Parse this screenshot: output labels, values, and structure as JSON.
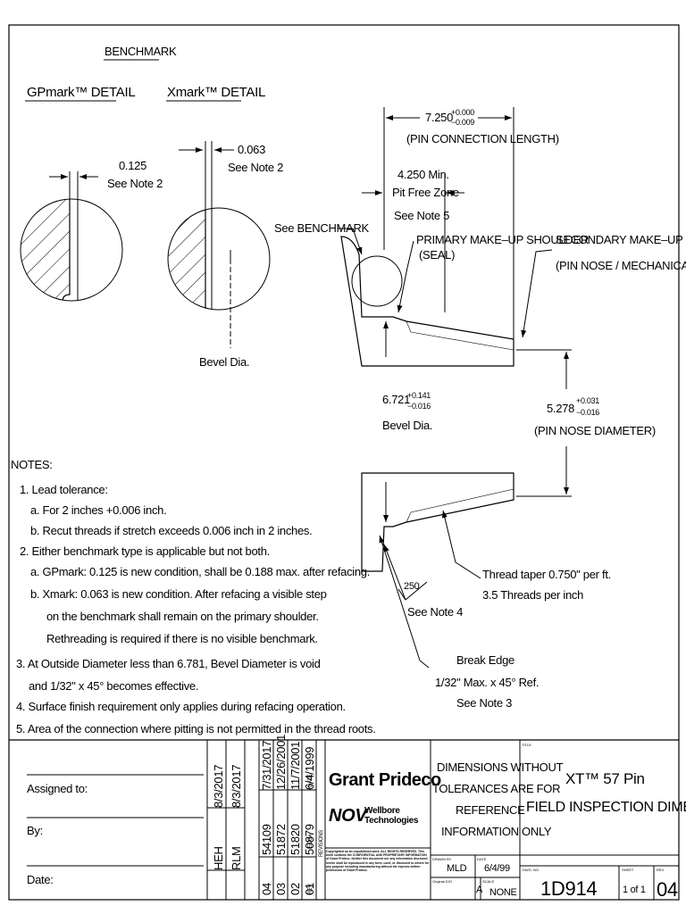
{
  "benchmark": {
    "heading": "BENCHMARK",
    "gpmark_title": "GPmark™ DETAIL",
    "xmark_title": "Xmark™ DETAIL",
    "gpmark_dim": "0.125",
    "gpmark_note": "See Note 2",
    "xmark_dim": "0.063",
    "xmark_note": "See Note 2",
    "bevel_label": "Bevel Dia."
  },
  "main_view": {
    "pin_length": "7.250",
    "pin_length_tol_plus": "+0.000",
    "pin_length_tol_minus": "−0.009",
    "pin_length_label": "(PIN CONNECTION LENGTH)",
    "pit_free_value": "4.250 Min.",
    "pit_free_label": "Pit Free Zone",
    "pit_free_note": "See Note 5",
    "see_benchmark": "See BENCHMARK",
    "primary_shoulder": "PRIMARY MAKE–UP SHOULDER",
    "primary_seal": "(SEAL)",
    "secondary_shoulder": "SECONDARY MAKE–UP SHOULDER",
    "secondary_sub": "(PIN NOSE / MECHANICAL STOP)",
    "bevel_value": "6.721",
    "bevel_tol_plus": "+0.141",
    "bevel_tol_minus": "−0.016",
    "bevel_label": "Bevel Dia.",
    "nose_value": "5.278",
    "nose_tol_plus": "+0.031",
    "nose_tol_minus": "−0.016",
    "nose_label": "(PIN NOSE DIAMETER)",
    "thread_taper": "Thread taper 0.750\" per ft.",
    "threads_per_inch": "3.5 Threads per inch",
    "finish_value": "250",
    "finish_note": "See Note 4",
    "break_edge": "Break Edge",
    "break_edge_dim": "1/32\" Max. x 45° Ref.",
    "break_edge_note": "See Note 3"
  },
  "notes": {
    "title": "NOTES:",
    "lines": [
      "1. Lead tolerance:",
      "a. For 2 inches +0.006 inch.",
      "b. Recut threads if stretch exceeds 0.006 inch in 2 inches.",
      "2. Either benchmark type is applicable but not both.",
      "a. GPmark: 0.125 is new condition, shall be 0.188 max. after refacing.",
      "b. Xmark: 0.063 is new condition. After refacing a visible step",
      "on the benchmark shall remain on the primary shoulder.",
      "Rethreading is required if there is no visible benchmark.",
      "3. At Outside Diameter less than 6.781, Bevel Diameter is void",
      "and 1/32\" x 45° becomes effective.",
      "4. Surface finish requirement only applies during refacing operation.",
      "5. Area of the connection where pitting is not permitted in the thread roots."
    ]
  },
  "title_block": {
    "assigned_to": "Assigned to:",
    "by": "By:",
    "date": "Date:",
    "approvals": [
      {
        "initials": "HEH",
        "date": "8/3/2017"
      },
      {
        "initials": "RLM",
        "date": "8/3/2017"
      }
    ],
    "revisions": [
      {
        "rev": "04",
        "eco": "54109",
        "date": "7/31/2017"
      },
      {
        "rev": "03",
        "eco": "51872",
        "date": "12/26/2001"
      },
      {
        "rev": "02",
        "eco": "51820",
        "date": "11/7/2001"
      },
      {
        "rev": "01",
        "eco": "50879",
        "date": "6/4/1999"
      }
    ],
    "rev_header": "REV.",
    "eco_header": "ECO#",
    "date_header": "DATE",
    "revisions_header": "REVISIONS",
    "company": "Grant Prideco",
    "partner_logo": "NOV",
    "partner_line1": "Wellbore",
    "partner_line2": "Technologies",
    "copyright": "Copyrighted as an unpublished work. ALL RIGHTS RESERVED. This work contains the CONFIDENTIAL AND PROPRIETARY INFORMATION of Grant Prideco. Neither this document nor any information disclosed herein shall be reproduced in any form, used, or disclosed to others for any purpose including manufacturing without the express written permission of Grant Prideco.",
    "tolerance_note": [
      "DIMENSIONS WITHOUT",
      "TOLERANCES ARE FOR",
      "REFERENCE",
      "INFORMATION ONLY"
    ],
    "drawn_label": "DRAWN BY",
    "drawn_by": "MLD",
    "date_label": "DATE",
    "drawn_date": "6/4/99",
    "orig_label": "Original D/O",
    "size": "A",
    "scale_label": "SCALE",
    "scale": "NONE",
    "title_label": "TITLE",
    "title_line1": "XT™ 57 Pin",
    "title_line2": "FIELD INSPECTION DIMENSIONS",
    "dwg_label": "DWG. NO.",
    "dwg_no": "1D914",
    "sheet_label": "SHEET",
    "sheet": "1 of 1",
    "rev_label": "REV.",
    "rev": "04"
  }
}
